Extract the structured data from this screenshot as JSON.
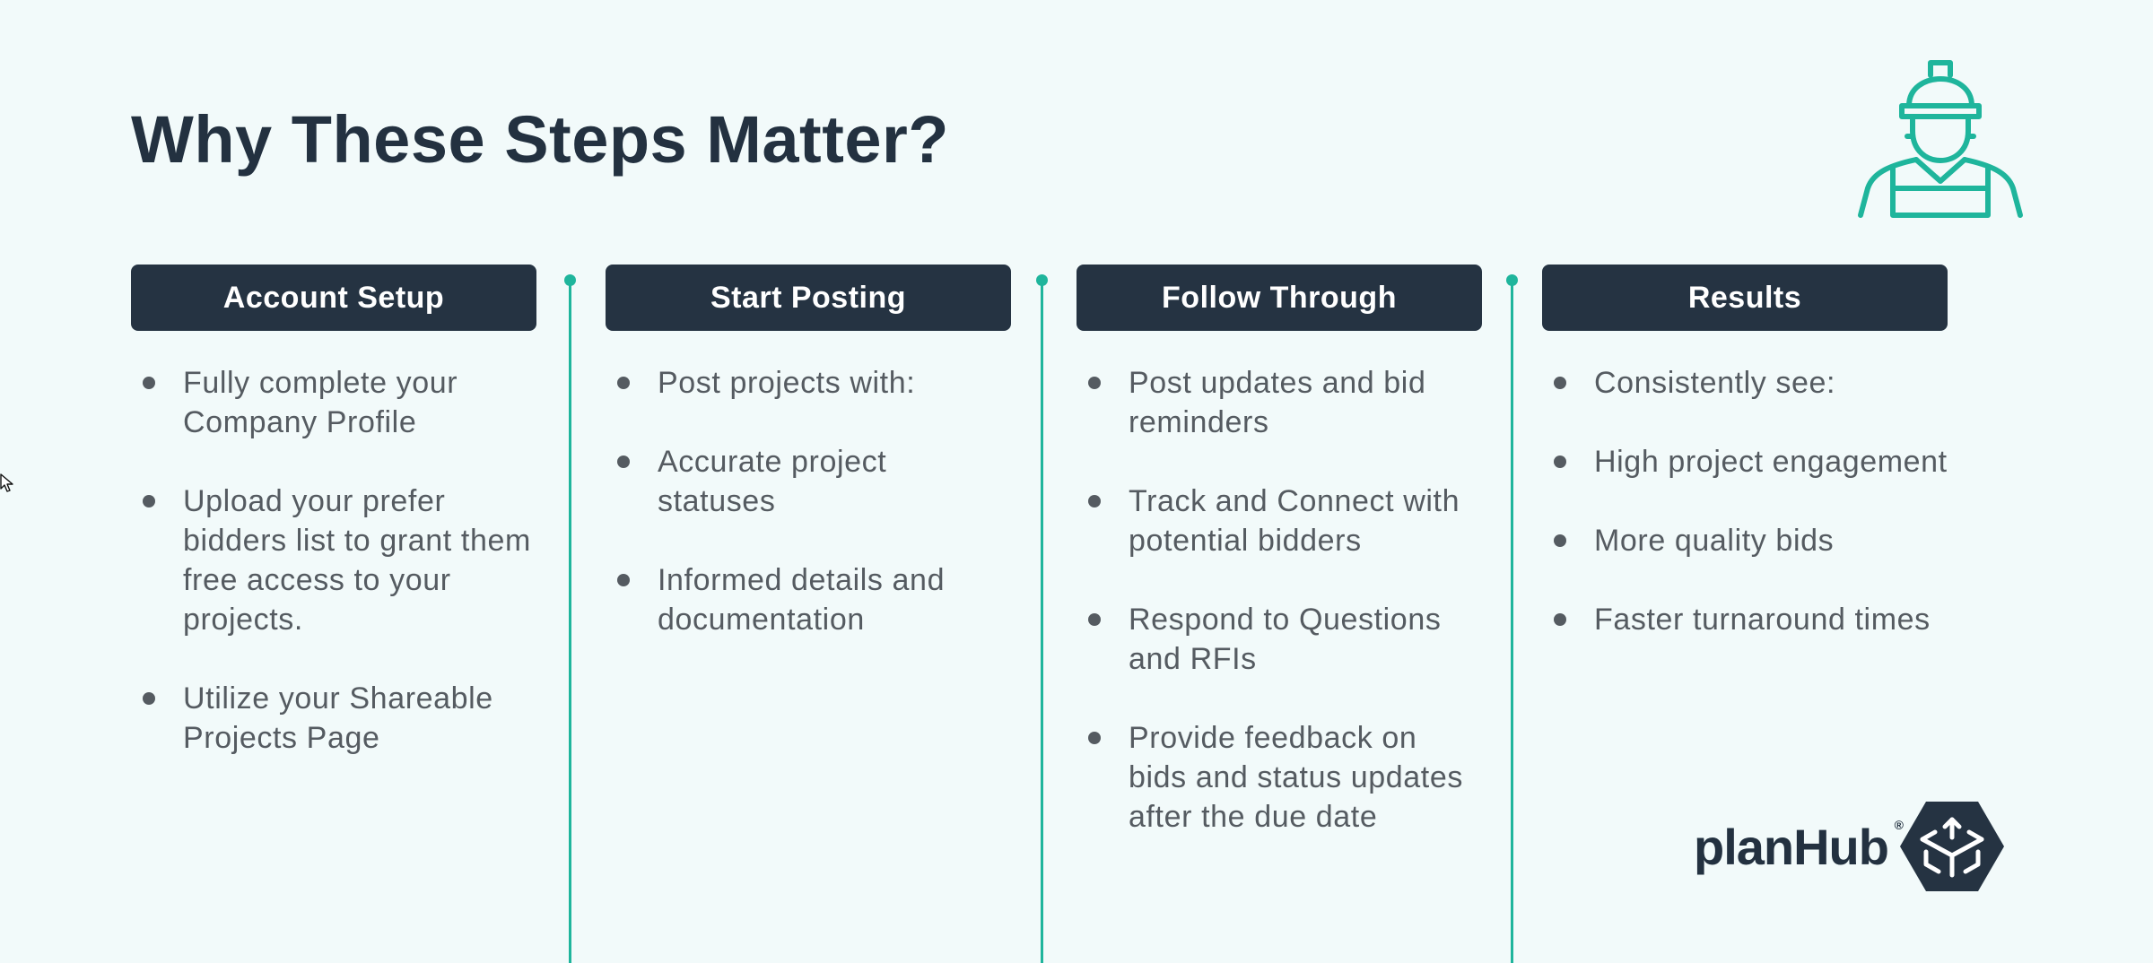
{
  "title": "Why These Steps Matter?",
  "brand": {
    "name": "planHub",
    "registered": "®",
    "accent_color": "#1fb59c",
    "dark_color": "#253342"
  },
  "icons": {
    "header": "construction-worker-icon",
    "logo": "planhub-cube-logo-icon",
    "cursor": "mouse-pointer-icon"
  },
  "columns": [
    {
      "heading": "Account Setup",
      "items": [
        "Fully complete your Company Profile",
        "Upload your prefer bidders list to grant them free access to your projects.",
        "Utilize your Shareable Projects Page"
      ]
    },
    {
      "heading": "Start Posting",
      "items": [
        "Post projects with:",
        "Accurate project statuses",
        "Informed details and documentation"
      ]
    },
    {
      "heading": "Follow Through",
      "items": [
        "Post updates and bid reminders",
        "Track and Connect with potential bidders",
        "Respond to Questions and RFIs",
        "Provide feedback on bids and status updates after the due date"
      ]
    },
    {
      "heading": "Results",
      "items": [
        "Consistently see:",
        "High project engagement",
        "More quality bids",
        "Faster turnaround times"
      ]
    }
  ]
}
